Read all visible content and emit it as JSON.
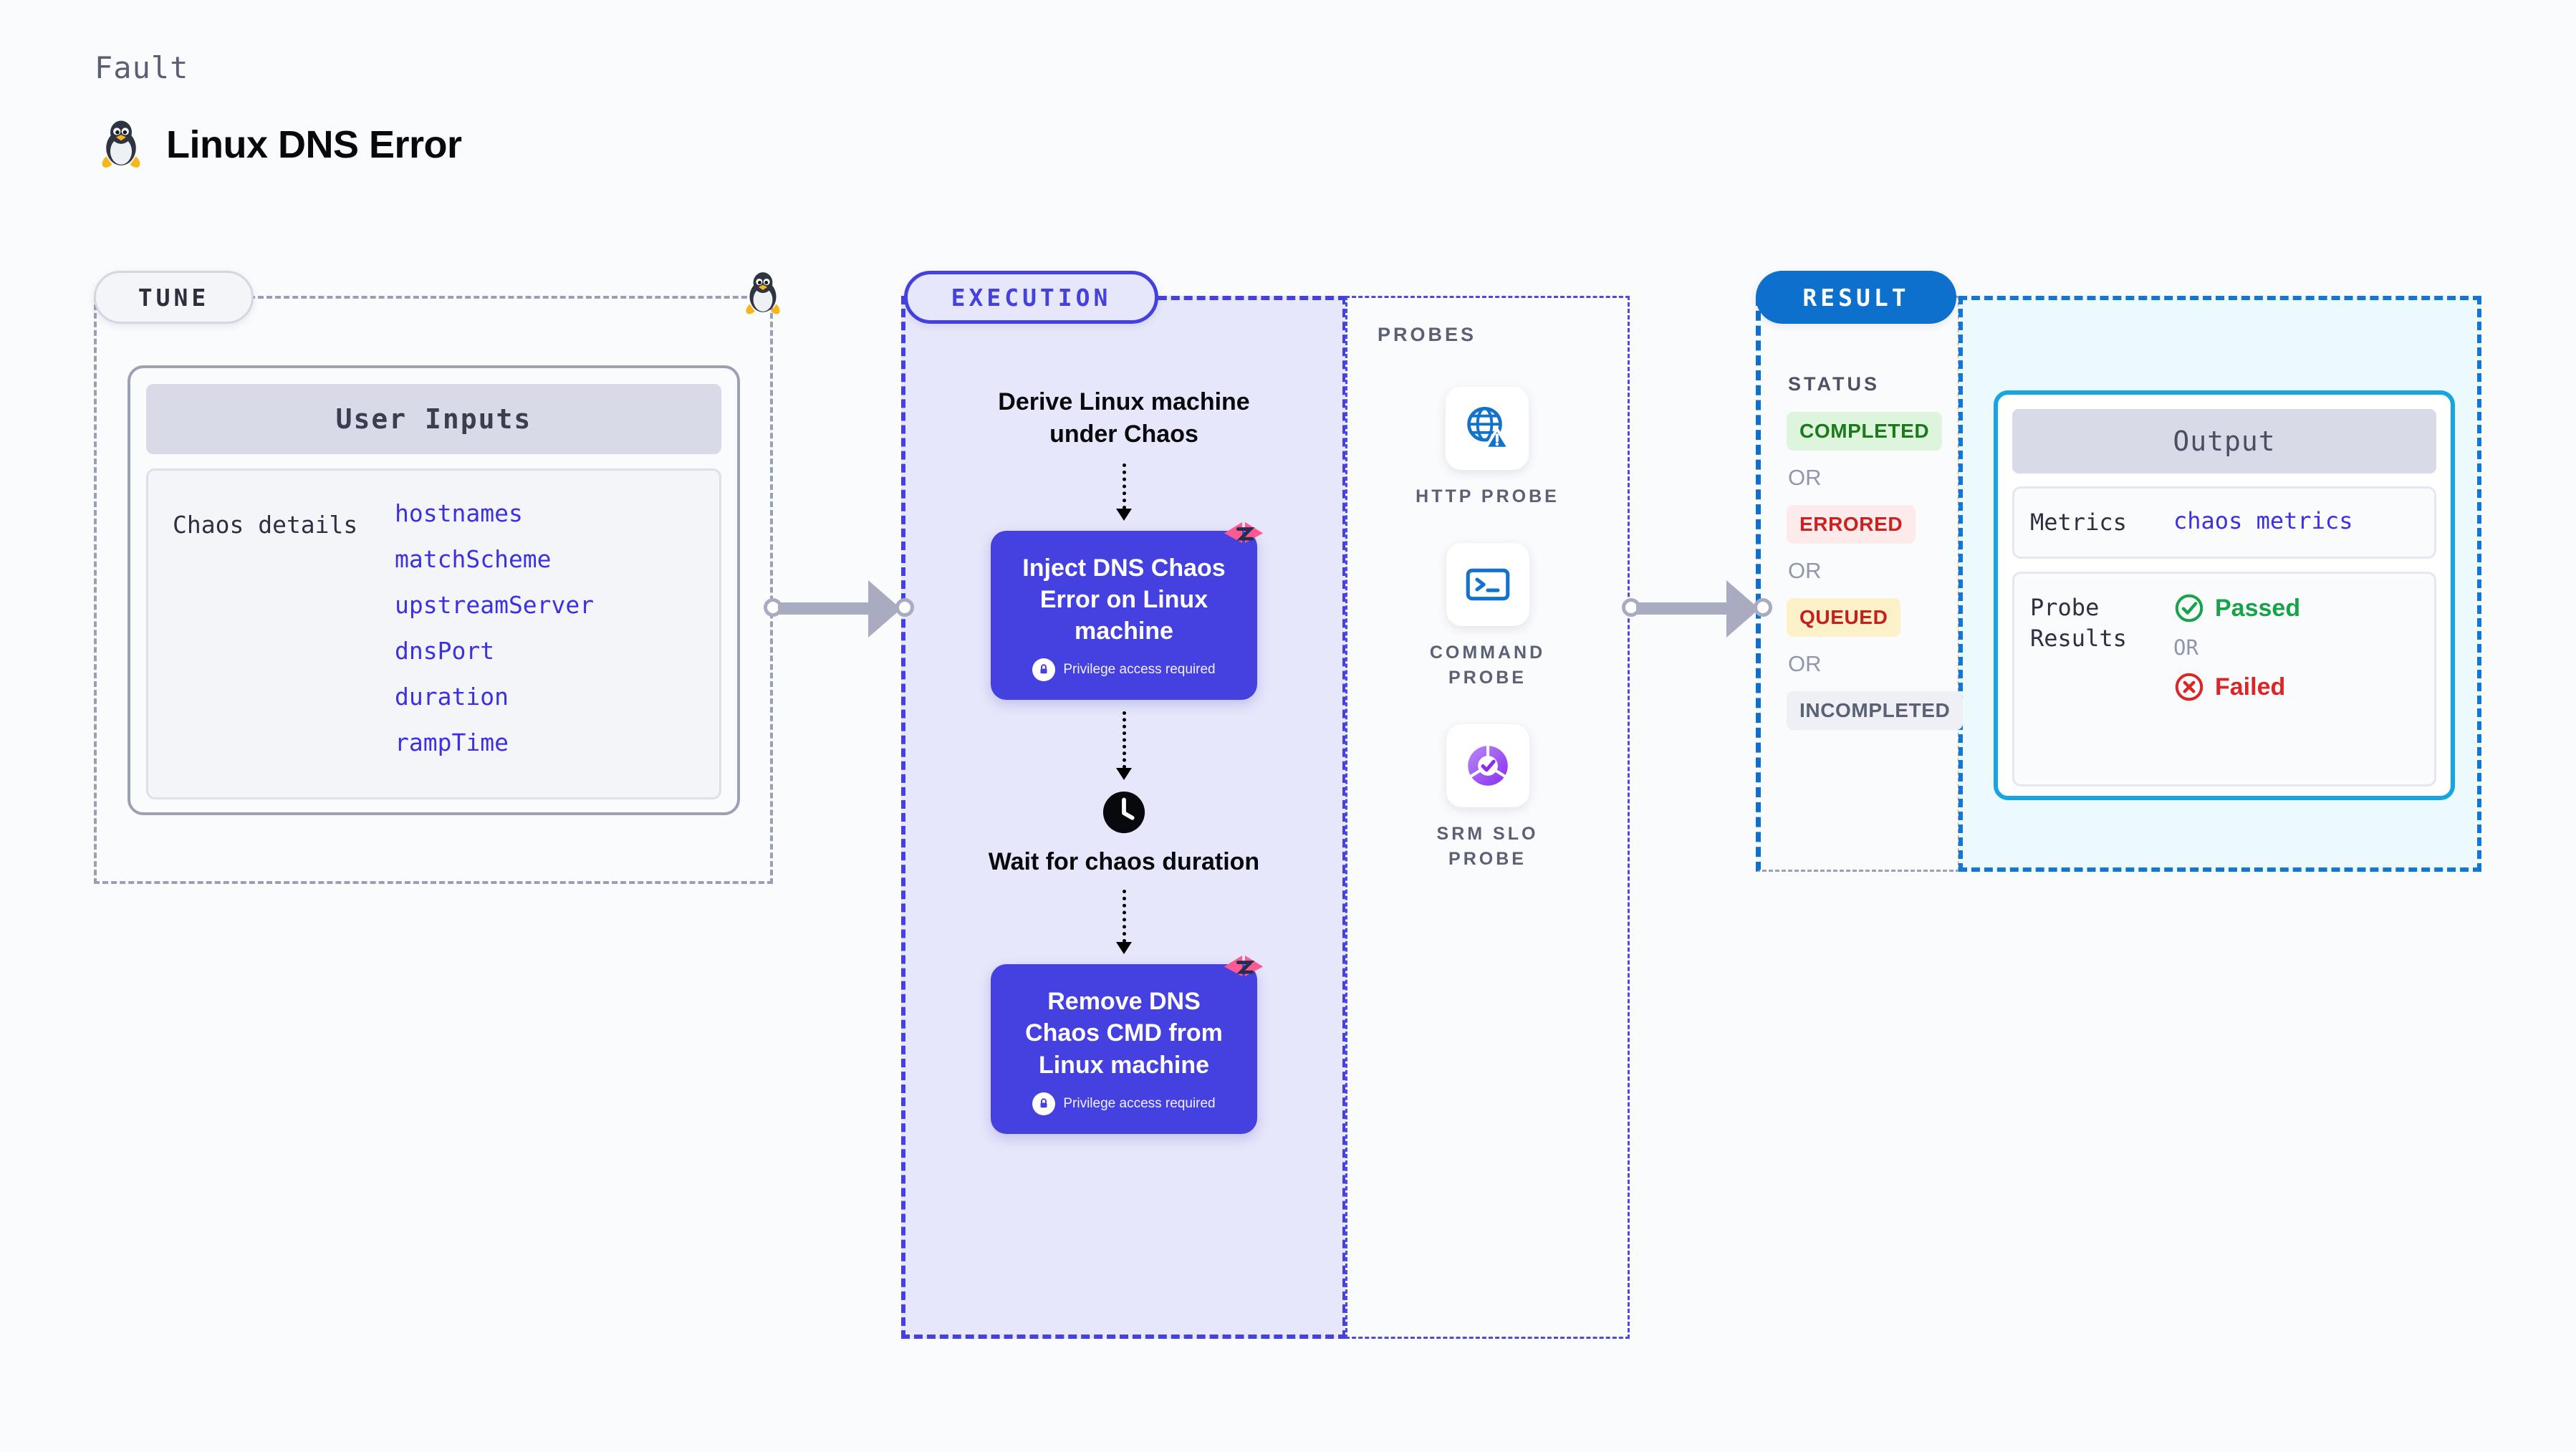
{
  "header": {
    "eyebrow": "Fault",
    "title": "Linux DNS Error",
    "tux_icon": "linux-penguin-icon"
  },
  "tune": {
    "pill_label": "TUNE",
    "tux_node_icon": "linux-penguin-icon",
    "card": {
      "heading": "User Inputs",
      "row_label": "Chaos details",
      "params": [
        "hostnames",
        "matchScheme",
        "upstreamServer",
        "dnsPort",
        "duration",
        "rampTime"
      ]
    }
  },
  "execution": {
    "pill_label": "EXECUTION",
    "steps": [
      {
        "type": "text",
        "label": "Derive Linux machine under Chaos"
      },
      {
        "type": "chaos-card",
        "label": "Inject DNS Chaos Error on Linux machine",
        "note": "Privilege access required",
        "note_icon": "lock-icon",
        "badge_icon": "litmus-ribbon-icon"
      },
      {
        "type": "clock",
        "icon": "clock-icon",
        "label": "Wait for chaos duration"
      },
      {
        "type": "chaos-card",
        "label": "Remove DNS Chaos CMD from Linux machine",
        "note": "Privilege access required",
        "note_icon": "lock-icon",
        "badge_icon": "litmus-ribbon-icon"
      }
    ]
  },
  "probes": {
    "title": "PROBES",
    "items": [
      {
        "name": "HTTP PROBE",
        "icon": "globe-warning-icon"
      },
      {
        "name": "COMMAND PROBE",
        "icon": "terminal-icon"
      },
      {
        "name": "SRM SLO PROBE",
        "icon": "srm-slo-donut-icon"
      }
    ]
  },
  "result": {
    "pill_label": "RESULT",
    "status_title": "STATUS",
    "or_label": "OR",
    "statuses": [
      {
        "label": "COMPLETED",
        "bg": "#dcf5dc",
        "fg": "#1c7a1c"
      },
      {
        "label": "ERRORED",
        "bg": "#fdebeb",
        "fg": "#cc2121"
      },
      {
        "label": "QUEUED",
        "bg": "#fdf1c9",
        "fg": "#c42020"
      },
      {
        "label": "INCOMPLETED",
        "bg": "#eff0f5",
        "fg": "#5b6074"
      }
    ],
    "output": {
      "heading": "Output",
      "metrics_key": "Metrics",
      "metrics_value": "chaos metrics",
      "probe_results_key": "Probe Results",
      "or_label": "OR",
      "passed_label": "Passed",
      "passed_icon": "check-circle-icon",
      "failed_label": "Failed",
      "failed_icon": "x-circle-icon"
    }
  },
  "colors": {
    "background": "#fafbfd",
    "indigo": "#4540e0",
    "indigo_panel": "#e7e7fb",
    "blue": "#0d70cd",
    "cyan": "#16a5e0",
    "cyan_panel": "#edfafd",
    "grey_dash": "#9aa0b4",
    "connector": "#a9acc0",
    "pink_ribbon": "#fc5a93",
    "param_text": "#3d30e0",
    "green": "#16a34a",
    "red": "#dc2626"
  }
}
